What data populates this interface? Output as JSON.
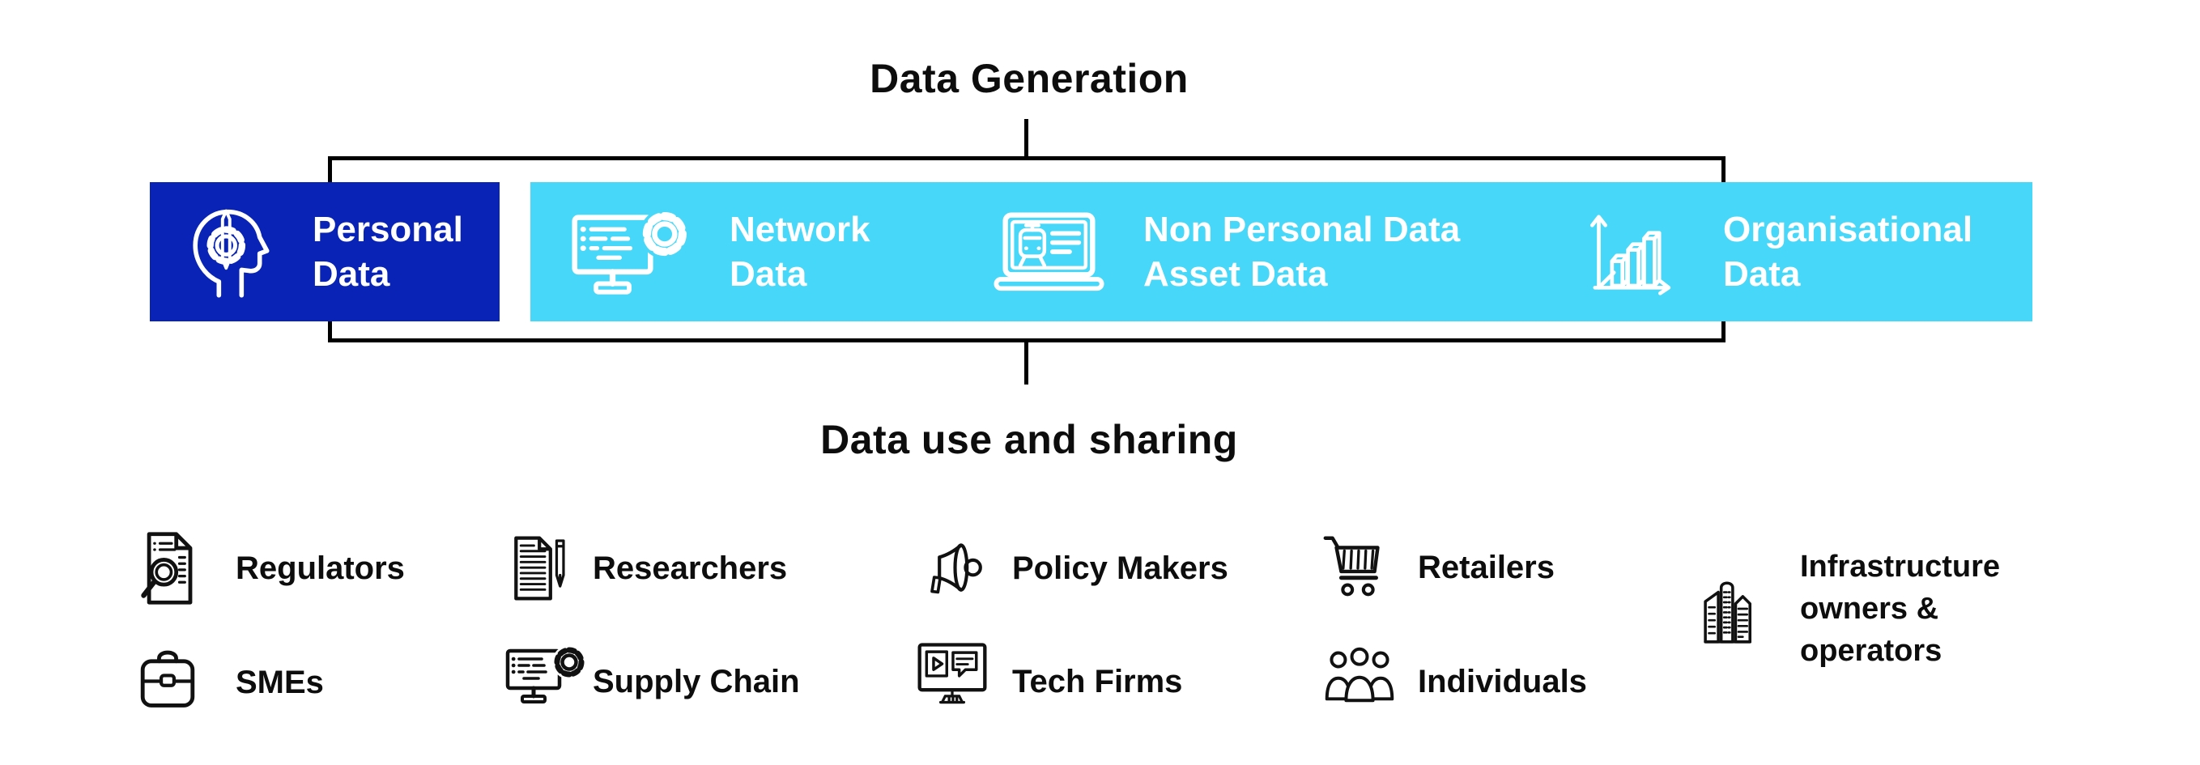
{
  "titles": {
    "generation": "Data Generation",
    "use_sharing": "Data use and sharing"
  },
  "data_types": [
    {
      "name": "personal-data",
      "lines": [
        "Personal",
        "Data"
      ],
      "icon": "head-gear-icon"
    },
    {
      "name": "network-data",
      "lines": [
        "Network",
        "Data"
      ],
      "icon": "monitor-gear-icon"
    },
    {
      "name": "non-personal-data",
      "lines": [
        "Non Personal Data",
        "Asset Data"
      ],
      "icon": "laptop-train-icon"
    },
    {
      "name": "organisational-data",
      "lines": [
        "Organisational",
        "Data"
      ],
      "icon": "bar-chart-icon"
    }
  ],
  "stakeholders": [
    {
      "name": "regulators",
      "label": "Regulators",
      "icon": "document-magnifier-icon"
    },
    {
      "name": "researchers",
      "label": "Researchers",
      "icon": "document-pen-icon"
    },
    {
      "name": "policy-makers",
      "label": "Policy Makers",
      "icon": "megaphone-icon"
    },
    {
      "name": "retailers",
      "label": "Retailers",
      "icon": "shopping-cart-icon"
    },
    {
      "name": "infrastructure-owners-operators",
      "lines": [
        "Infrastructure",
        "owners &",
        "operators"
      ],
      "icon": "buildings-icon"
    },
    {
      "name": "smes",
      "label": "SMEs",
      "icon": "briefcase-icon"
    },
    {
      "name": "supply-chain",
      "label": "Supply Chain",
      "icon": "monitor-gear-icon"
    },
    {
      "name": "tech-firms",
      "label": "Tech Firms",
      "icon": "monitor-media-icon"
    },
    {
      "name": "individuals",
      "label": "Individuals",
      "icon": "people-icon"
    }
  ],
  "colors": {
    "personal_box": "#0823b5",
    "group_box": "#47d7f8",
    "line": "#000000",
    "text_dark": "#0d0d0d",
    "text_light": "#ffffff"
  }
}
